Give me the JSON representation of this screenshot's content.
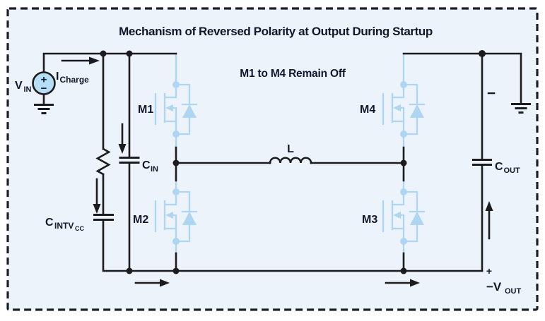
{
  "colors": {
    "page_bg": "#ffffff",
    "panel_fill": "#ecf3fa",
    "border": "#1b1f2b",
    "wire": "#1c1c1e",
    "mosfet_blue": "#aed6f2",
    "source_fill": "#b6def4",
    "text": "#10182b"
  },
  "header": {
    "title": "Mechanism of Reversed Polarity at Output During Startup",
    "note": "M1 to M4 Remain Off"
  },
  "components": {
    "vin": {
      "label": "V",
      "sub": "IN",
      "plus": "+",
      "minus": "−"
    },
    "icharge": {
      "label": "I",
      "sub": "Charge"
    },
    "m1": {
      "label": "M1"
    },
    "m2": {
      "label": "M2"
    },
    "m3": {
      "label": "M3"
    },
    "m4": {
      "label": "M4"
    },
    "cin": {
      "label": "C",
      "sub": "IN"
    },
    "cintvcc": {
      "label": "C",
      "sub": "INTV",
      "subsub": "CC"
    },
    "cout": {
      "label": "C",
      "sub": "OUT"
    },
    "inductor": {
      "label": "L"
    },
    "output": {
      "minus": "−",
      "plus": "+",
      "label": "−V",
      "sub": "OUT"
    }
  }
}
